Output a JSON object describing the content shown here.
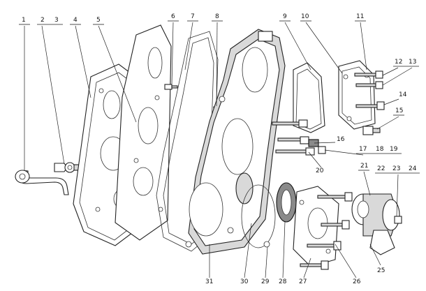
{
  "callouts": [
    {
      "id": "c1",
      "label": "1"
    },
    {
      "id": "c2",
      "label": "2"
    },
    {
      "id": "c3",
      "label": "3"
    },
    {
      "id": "c4",
      "label": "4"
    },
    {
      "id": "c5",
      "label": "5"
    },
    {
      "id": "c6",
      "label": "6"
    },
    {
      "id": "c7",
      "label": "7"
    },
    {
      "id": "c8",
      "label": "8"
    },
    {
      "id": "c9",
      "label": "9"
    },
    {
      "id": "c10",
      "label": "10"
    },
    {
      "id": "c11",
      "label": "11"
    },
    {
      "id": "c12",
      "label": "12"
    },
    {
      "id": "c13",
      "label": "13"
    },
    {
      "id": "c14",
      "label": "14"
    },
    {
      "id": "c15",
      "label": "15"
    },
    {
      "id": "c16",
      "label": "16"
    },
    {
      "id": "c17",
      "label": "17"
    },
    {
      "id": "c18",
      "label": "18"
    },
    {
      "id": "c19",
      "label": "19"
    },
    {
      "id": "c20",
      "label": "20"
    },
    {
      "id": "c21",
      "label": "21"
    },
    {
      "id": "c22",
      "label": "22"
    },
    {
      "id": "c23",
      "label": "23"
    },
    {
      "id": "c24",
      "label": "24"
    },
    {
      "id": "c25",
      "label": "25"
    },
    {
      "id": "c26",
      "label": "26"
    },
    {
      "id": "c27",
      "label": "27"
    },
    {
      "id": "c28",
      "label": "28"
    },
    {
      "id": "c29",
      "label": "29"
    },
    {
      "id": "c30",
      "label": "30"
    },
    {
      "id": "c31",
      "label": "31"
    }
  ]
}
